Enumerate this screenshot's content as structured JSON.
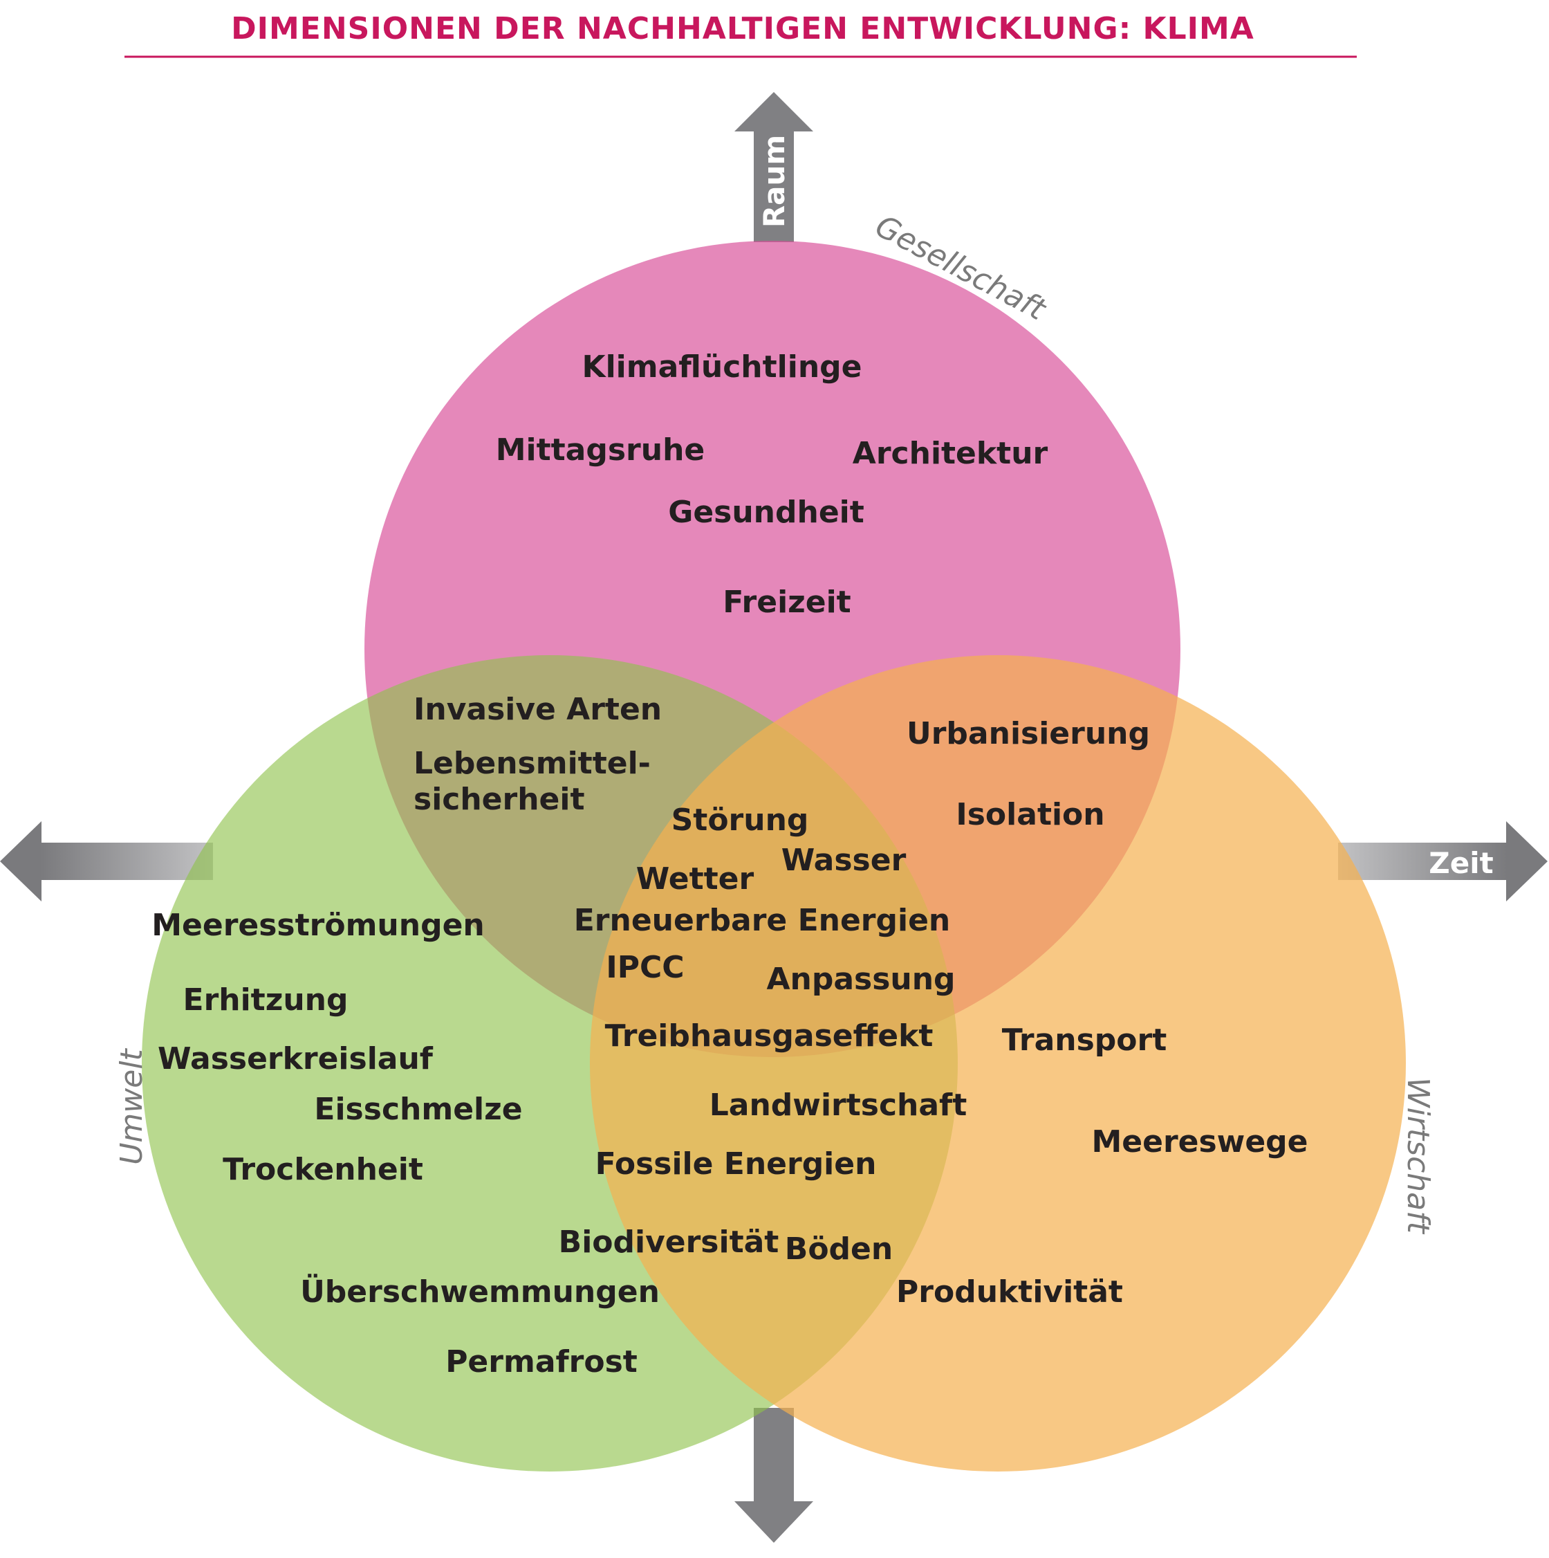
{
  "title": "DIMENSIONEN DER NACHHALTIGEN ENTWICKLUNG: KLIMA",
  "colors": {
    "title": "#c8175d",
    "gesellschaft": "#d94f9a",
    "umwelt": "#9cc75a",
    "wirtschaft": "#f5b95a",
    "arrow": "#8a8a8c",
    "text": "#231f20"
  },
  "axes": {
    "raum": "Raum",
    "zeit": "Zeit"
  },
  "circles": {
    "gesellschaft": "Gesellschaft",
    "umwelt": "Umwelt",
    "wirtschaft": "Wirtschaft"
  },
  "terms": {
    "gesellschaft": [
      "Klimaflüchtlinge",
      "Mittagsruhe",
      "Architektur",
      "Gesundheit",
      "Freizeit"
    ],
    "gesellschaft_umwelt": [
      "Invasive Arten",
      "Lebensmittel-",
      "sicherheit"
    ],
    "gesellschaft_wirtschaft": [
      "Urbanisierung",
      "Isolation"
    ],
    "center": [
      "Störung",
      "Wetter",
      "Wasser",
      "Erneuerbare Energien",
      "IPCC",
      "Anpassung",
      "Treibhausgaseffekt"
    ],
    "umwelt_wirtschaft": [
      "Landwirtschaft",
      "Fossile Energien",
      "Biodiversität",
      "Böden"
    ],
    "umwelt": [
      "Meeresströmungen",
      "Erhitzung",
      "Wasserkreislauf",
      "Eisschmelze",
      "Trockenheit",
      "Überschwemmungen",
      "Permafrost"
    ],
    "wirtschaft": [
      "Transport",
      "Meereswege",
      "Produktivität"
    ]
  }
}
